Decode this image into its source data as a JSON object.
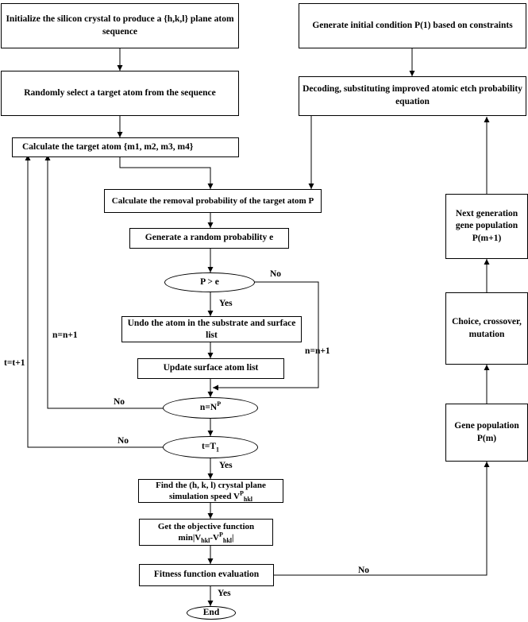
{
  "nodes": {
    "init_crystal": "Initialize the silicon crystal to produce a {h,k,l} plane atom sequence",
    "select_atom": "Randomly select a target atom from the sequence",
    "calc_target": "Calculate the target atom {m1, m2, m3, m4}",
    "calc_removal": "Calculate the removal probability of the target atom P",
    "gen_random": "Generate a random probability e",
    "p_gt_e": "P > e",
    "undo_atom": "Undo the atom in the substrate and surface list",
    "update_surface": "Update surface atom list",
    "n_eq_np_base": "n=N",
    "n_eq_np_sup": "P",
    "t_eq_t1_base": "t=T",
    "t_eq_t1_sub": "1",
    "find_plane_text": "Find the (h, k, l) crystal plane simulation speed V",
    "find_plane_sup": "P",
    "find_plane_sub": "hkl",
    "objective_line1": "Get the objective function",
    "objective_min": "min|V",
    "objective_sub1": "hkl",
    "objective_mid": "-V",
    "objective_sup2": "P",
    "objective_sub2": "hkl",
    "objective_end": "|",
    "fitness": "Fitness function evaluation",
    "end": "End",
    "gen_initial": "Generate initial condition P(1) based on constraints",
    "decoding": "Decoding, substituting improved atomic etch probability equation",
    "next_gen": "Next generation gene population P(m+1)",
    "choice": "Choice, crossover, mutation",
    "gene_pop": "Gene population P(m)"
  },
  "labels": {
    "no_p_gt_e": "No",
    "yes_p_gt_e": "Yes",
    "n_incr_right": "n=n+1",
    "n_incr_left": "n=n+1",
    "t_incr": "t=t+1",
    "no_n_check": "No",
    "no_t_check": "No",
    "yes_t_check": "Yes",
    "no_fitness": "No",
    "yes_fitness": "Yes"
  }
}
